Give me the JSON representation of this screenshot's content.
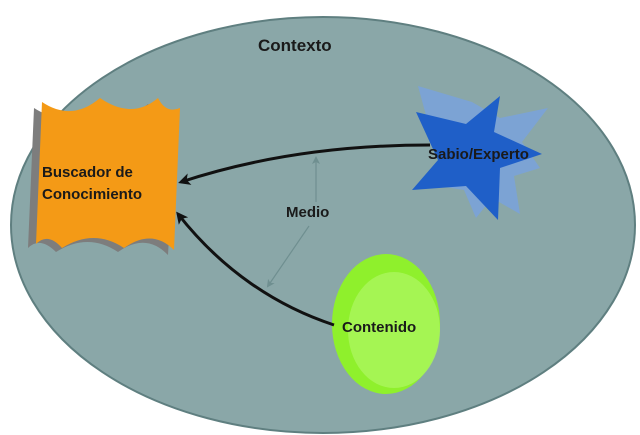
{
  "diagram": {
    "context_label": "Contexto",
    "seeker_label_line1": "Buscador de",
    "seeker_label_line2": "Conocimiento",
    "expert_label": "Sabio/Experto",
    "medium_label": "Medio",
    "content_label": "Contenido"
  },
  "colors": {
    "context_fill": "#8aa7a8",
    "context_stroke": "#5f7f80",
    "seeker_fill": "#f49a16",
    "seeker_shadow": "#7d7d7d",
    "expert_fill": "#1f5fc8",
    "expert_shadow": "#7aa3d8",
    "content_fill": "#8ff02c",
    "content_inner": "#a9f65a",
    "arrow": "#111111",
    "medium_arrow": "#6f8f90"
  }
}
